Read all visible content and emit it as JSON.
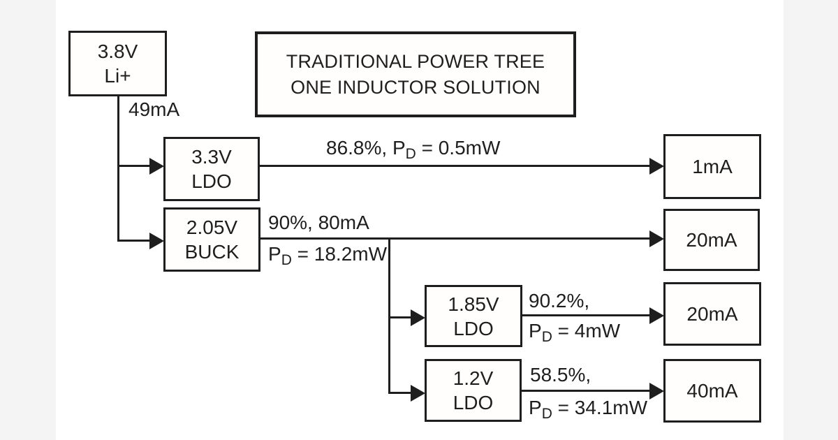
{
  "colors": {
    "background": "#ffffff",
    "side_strip": "#f4f4f5",
    "line": "#1e1e1e",
    "box_fill": "#fffefd"
  },
  "title": {
    "line1": "TRADITIONAL POWER TREE",
    "line2": "ONE INDUCTOR SOLUTION"
  },
  "nodes": {
    "source": {
      "line1": "3.8V",
      "line2": "Li+"
    },
    "ldo33": {
      "line1": "3.3V",
      "line2": "LDO"
    },
    "buck": {
      "line1": "2.05V",
      "line2": "BUCK"
    },
    "ldo185": {
      "line1": "1.85V",
      "line2": "LDO"
    },
    "ldo12": {
      "line1": "1.2V",
      "line2": "LDO"
    },
    "out1": {
      "label": "1mA"
    },
    "out2": {
      "label": "20mA"
    },
    "out3": {
      "label": "20mA"
    },
    "out4": {
      "label": "40mA"
    }
  },
  "annotations": {
    "source_current": "49mA",
    "ldo33_line": {
      "before": "86.8%, P",
      "sub": "D",
      "after": " = 0.5mW"
    },
    "buck_line1": "90%, 80mA",
    "buck_line2": {
      "before": "P",
      "sub": "D",
      "after": " = 18.2mW"
    },
    "ldo185_line1": "90.2%,",
    "ldo185_line2": {
      "before": "P",
      "sub": "D",
      "after": " = 4mW"
    },
    "ldo12_line1": "58.5%,",
    "ldo12_line2": {
      "before": "P",
      "sub": "D",
      "after": " = 34.1mW"
    }
  }
}
